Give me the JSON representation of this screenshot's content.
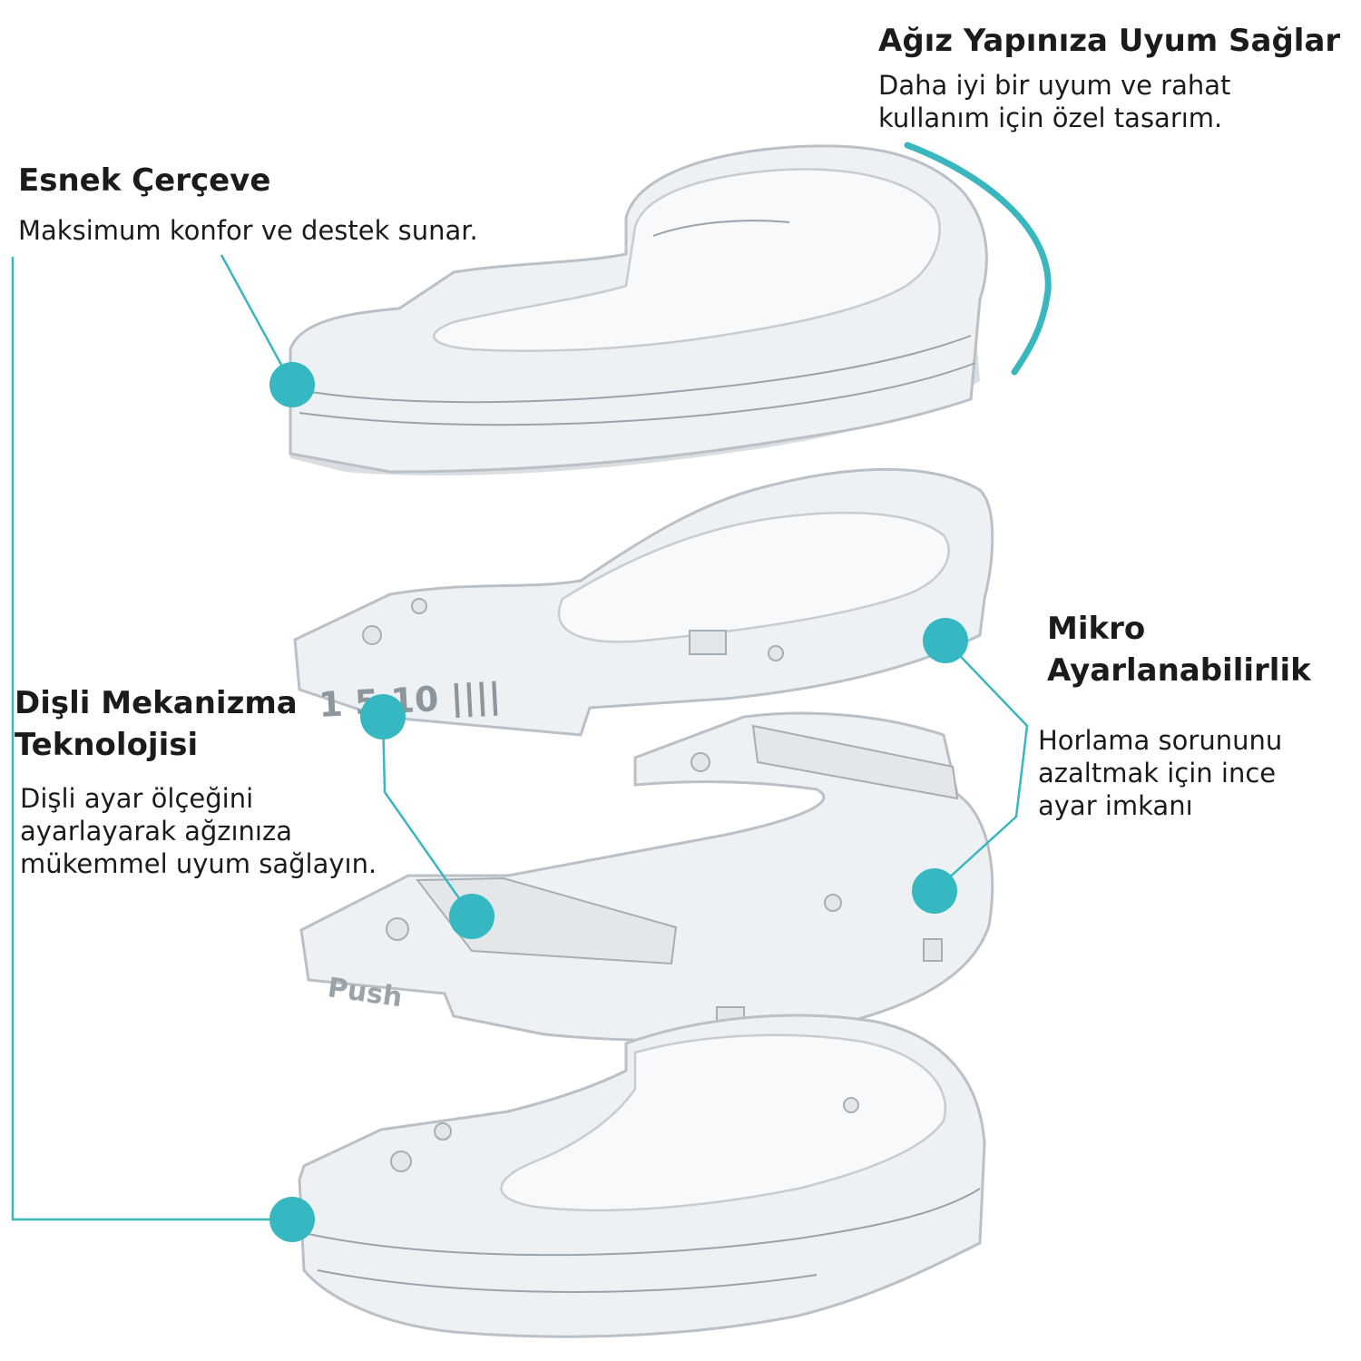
{
  "callouts": {
    "fit": {
      "title": "Ağız Yapınıza Uyum Sağlar",
      "description": "Daha iyi bir uyum ve rahat\nkullanım için özel tasarım."
    },
    "frame": {
      "title": "Esnek Çerçeve",
      "description": "Maksimum konfor ve destek sunar."
    },
    "gear": {
      "title": "Dişli Mekanizma\nTeknolojisi",
      "description": "Dişli ayar ölçeğini\nayarlayarak ağzınıza\nmükemmel uyum sağlayın."
    },
    "micro": {
      "title": "Mikro\nAyarlanabilirlik",
      "description": "Horlama sorununu\nazaltmak için ince\n ayar imkanı"
    }
  },
  "product_markings": {
    "scale": "1 5 10 ||||",
    "push": "Push"
  },
  "colors": {
    "accent": "#35b8c1",
    "text": "#1b1b1b"
  }
}
